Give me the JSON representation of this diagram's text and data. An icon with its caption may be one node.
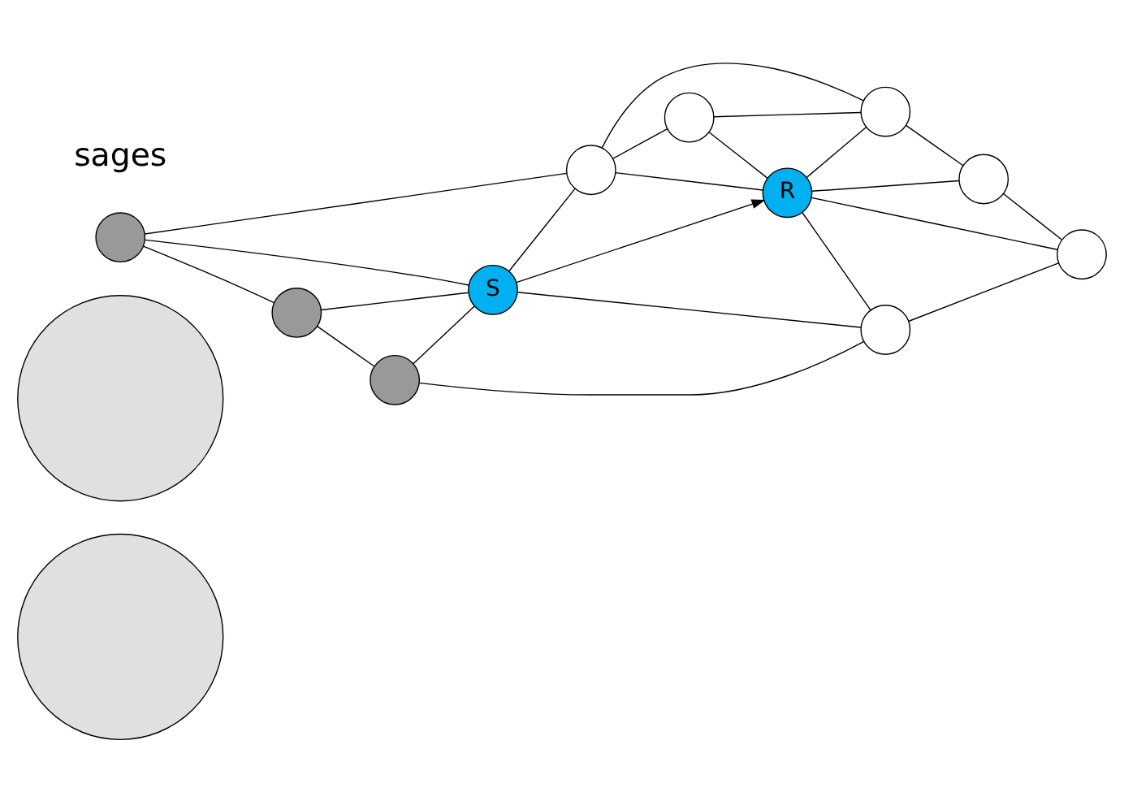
{
  "diagram": {
    "nodes": [
      {
        "text": [],
        "shape": "circle"
      },
      {
        "text": [],
        "shape": "circle"
      },
      {
        "text": [],
        "shape": "circle"
      },
      {
        "text": [],
        "shape": "circle"
      },
      {
        "text": [],
        "shape": "circle"
      },
      {
        "text": [],
        "shape": "circle"
      },
      {
        "text": [],
        "shape": "circle"
      },
      {
        "text": [
          "S"
        ]
      },
      {
        "text": [
          "R"
        ]
      },
      {
        "text": [],
        "shape": "circle"
      },
      {
        "text": [],
        "shape": "circle"
      },
      {
        "text": [],
        "shape": "circle"
      },
      {
        "text": [],
        "shape": "circle"
      }
    ],
    "edges": [
      {
        "from": 2,
        "to": 5,
        "arrow": "none"
      },
      {
        "from": 2,
        "to": 4,
        "arrow": "none"
      },
      {
        "from": 2,
        "to": 7,
        "arrow": "none"
      },
      {
        "from": 5,
        "to": 7,
        "arrow": "none"
      },
      {
        "from": 5,
        "to": 11,
        "arrow": "none"
      },
      {
        "from": 11,
        "to": 7,
        "arrow": "none"
      },
      {
        "from": 11,
        "to": 10,
        "arrow": "none"
      },
      {
        "from": 7,
        "to": 4,
        "arrow": "none"
      },
      {
        "from": 7,
        "to": 8,
        "arrow": "to"
      },
      {
        "from": 7,
        "to": 10,
        "arrow": "none"
      },
      {
        "from": 4,
        "to": 3,
        "arrow": "none"
      },
      {
        "from": 4,
        "to": 6,
        "arrow": "none"
      },
      {
        "from": 4,
        "to": 8,
        "arrow": "none"
      },
      {
        "from": 3,
        "to": 8,
        "arrow": "none"
      },
      {
        "from": 3,
        "to": 6,
        "arrow": "none"
      },
      {
        "from": 8,
        "to": 6,
        "arrow": "none"
      },
      {
        "from": 8,
        "to": 9,
        "arrow": "none"
      },
      {
        "from": 8,
        "to": 10,
        "arrow": "none"
      },
      {
        "from": 8,
        "to": 12,
        "arrow": "none"
      },
      {
        "from": 6,
        "to": 9,
        "arrow": "none"
      },
      {
        "from": 9,
        "to": 12,
        "arrow": "none"
      },
      {
        "from": 10,
        "to": 12,
        "arrow": "none"
      }
    ],
    "labels": [
      "sages"
    ]
  }
}
